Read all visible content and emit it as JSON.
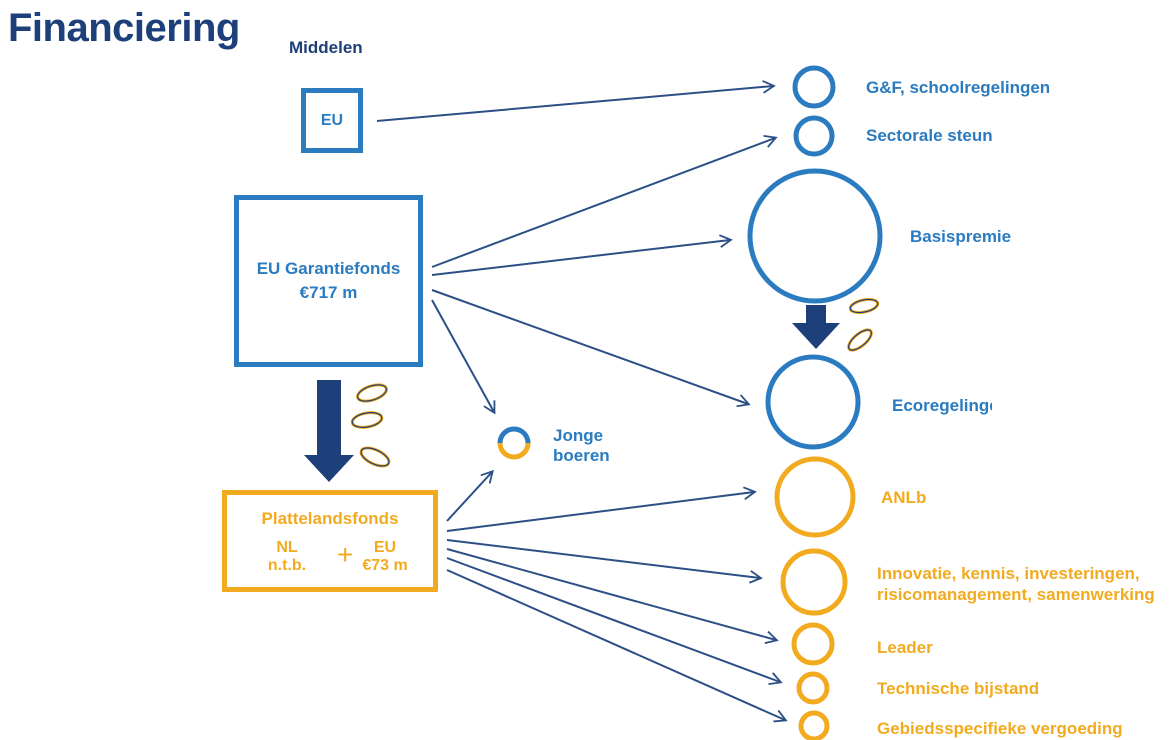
{
  "title": "Financiering",
  "subtitle": "Middelen",
  "sources": {
    "eu": "EU",
    "garantiefonds": {
      "name": "EU Garantiefonds",
      "amount": "€717 m"
    },
    "plattelandsfonds": {
      "name": "Plattelandsfonds",
      "nl_label": "NL",
      "nl_value": "n.t.b.",
      "plus": "+",
      "eu_label": "EU",
      "eu_value": "€73 m"
    }
  },
  "jonge_boeren": {
    "line1": "Jonge",
    "line2": "boeren"
  },
  "blue_targets": [
    "G&F, schoolregelingen",
    "Sectorale steun",
    "Basispremie",
    "Ecoregelingen"
  ],
  "orange_targets": [
    "ANLb",
    "Innovatie, kennis, investeringen,",
    "risicomanagement, samenwerking",
    "Leader",
    "Technische bijstand",
    "Gebiedsspecifieke vergoeding"
  ],
  "colors": {
    "title": "#1d3f7a",
    "blue": "#2a7bc0",
    "dark_arrow": "#1d3f7a",
    "orange": "#f2aa1f",
    "line": "#2c4f86"
  }
}
